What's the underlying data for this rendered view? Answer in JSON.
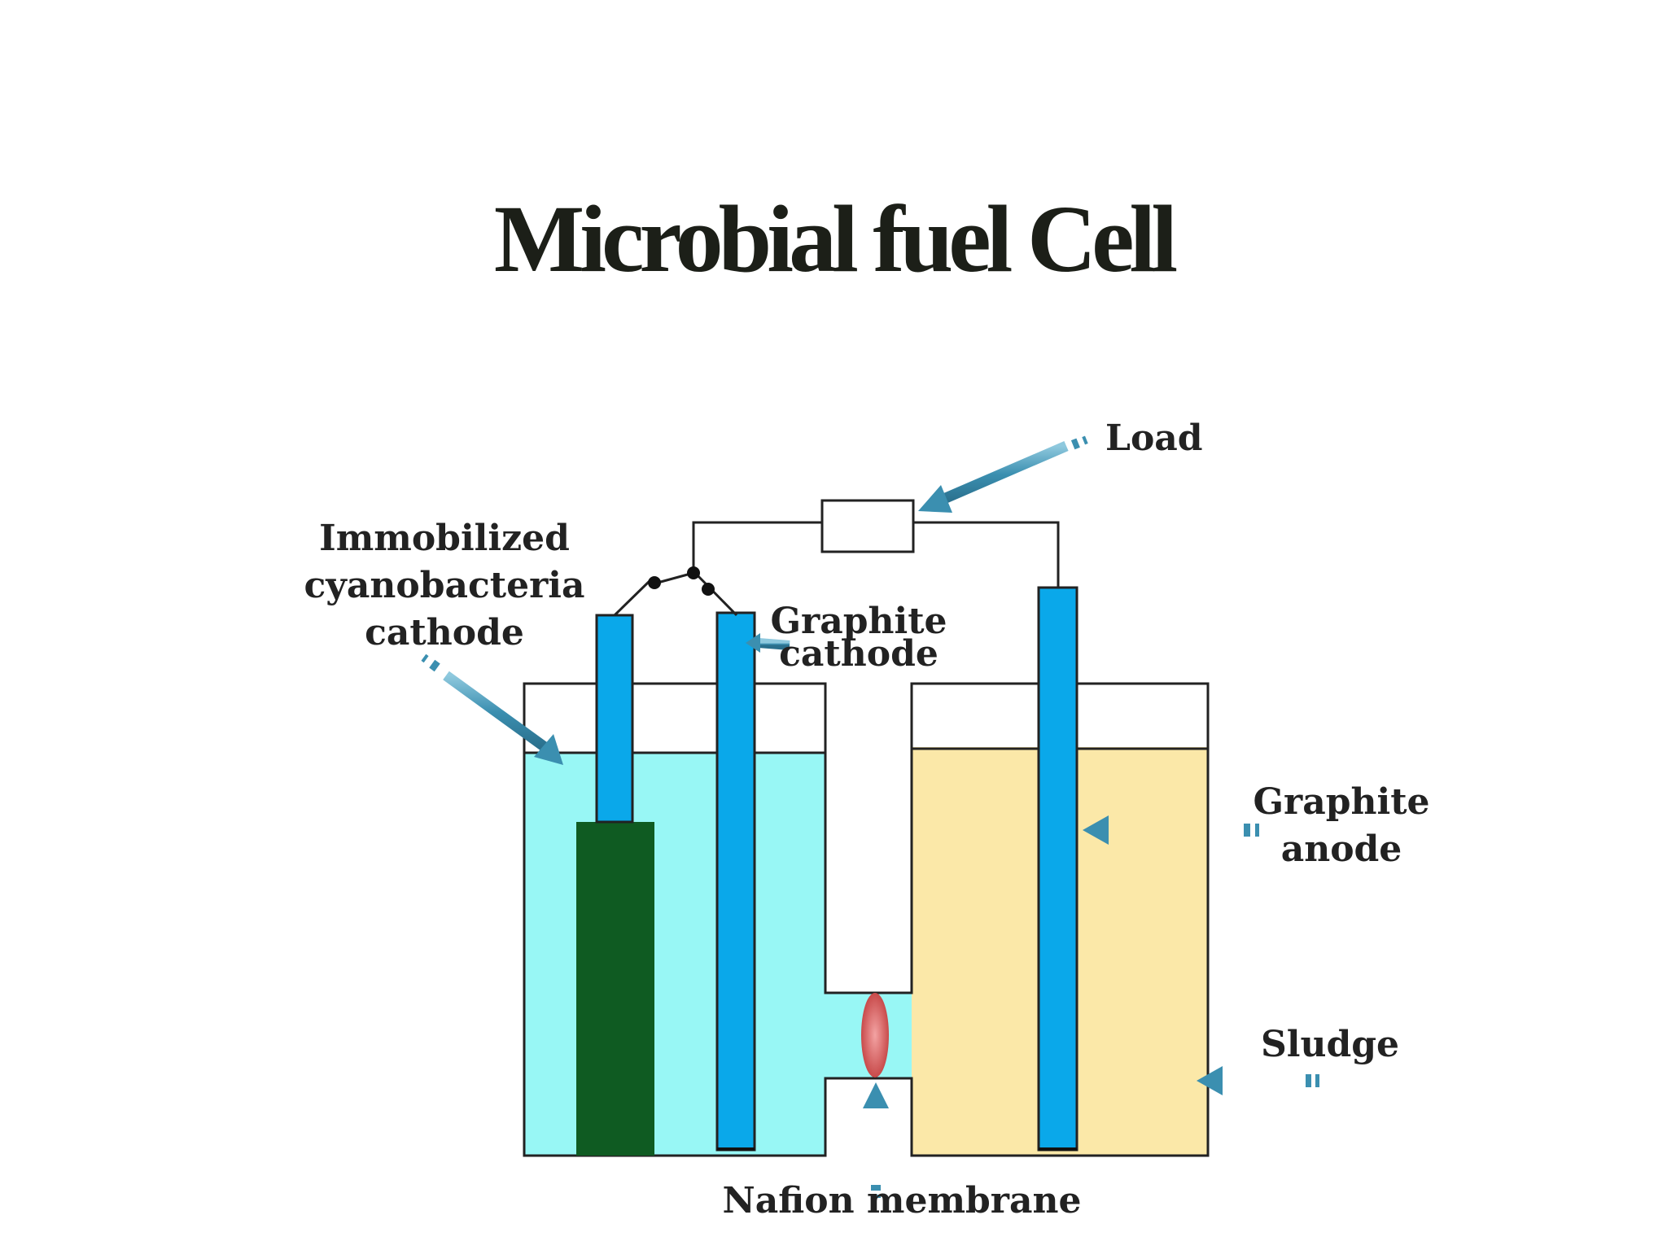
{
  "title": "Microbial fuel Cell",
  "labels": {
    "load": "Load",
    "immobilized_line1": "Immobilized",
    "immobilized_line2": "cyanobacteria",
    "immobilized_line3": "cathode",
    "graphite_cathode_line1": "Graphite",
    "graphite_cathode_line2": "cathode",
    "graphite_anode_line1": "Graphite",
    "graphite_anode_line2": "anode",
    "sludge": "Sludge",
    "nafion": "Nafion membrane"
  },
  "colors": {
    "cathode_solution": "#98f7f5",
    "anode_sludge": "#fbe8a8",
    "electrode": "#0aa8ea",
    "cyanobacteria": "#0f5b22",
    "membrane": "#d86b6b",
    "arrow": "#3b8fb0"
  }
}
